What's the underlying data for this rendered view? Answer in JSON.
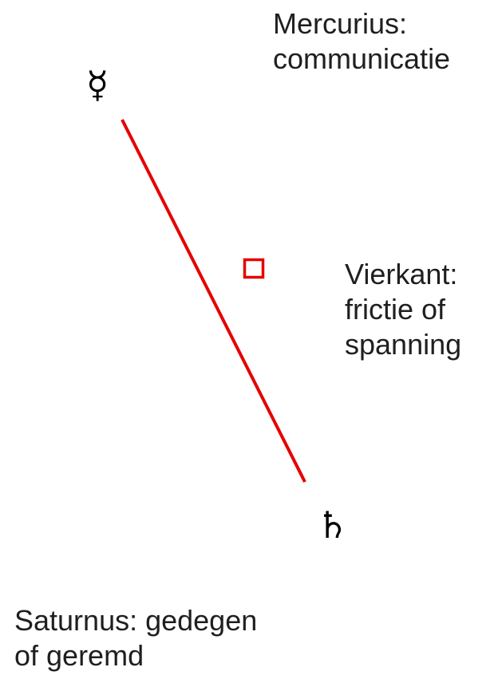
{
  "diagram": {
    "mercury": {
      "glyph": "☿",
      "icon": "mercury-symbol",
      "label": "Mercurius:\ncommunicatie"
    },
    "saturn": {
      "glyph": "♄",
      "icon": "saturn-symbol",
      "label": "Saturnus: gedegen\nof geremd"
    },
    "aspect": {
      "icon": "square-aspect-symbol",
      "label": "Vierkant:\nfrictie of\nspanning",
      "color": "#e60000"
    }
  }
}
